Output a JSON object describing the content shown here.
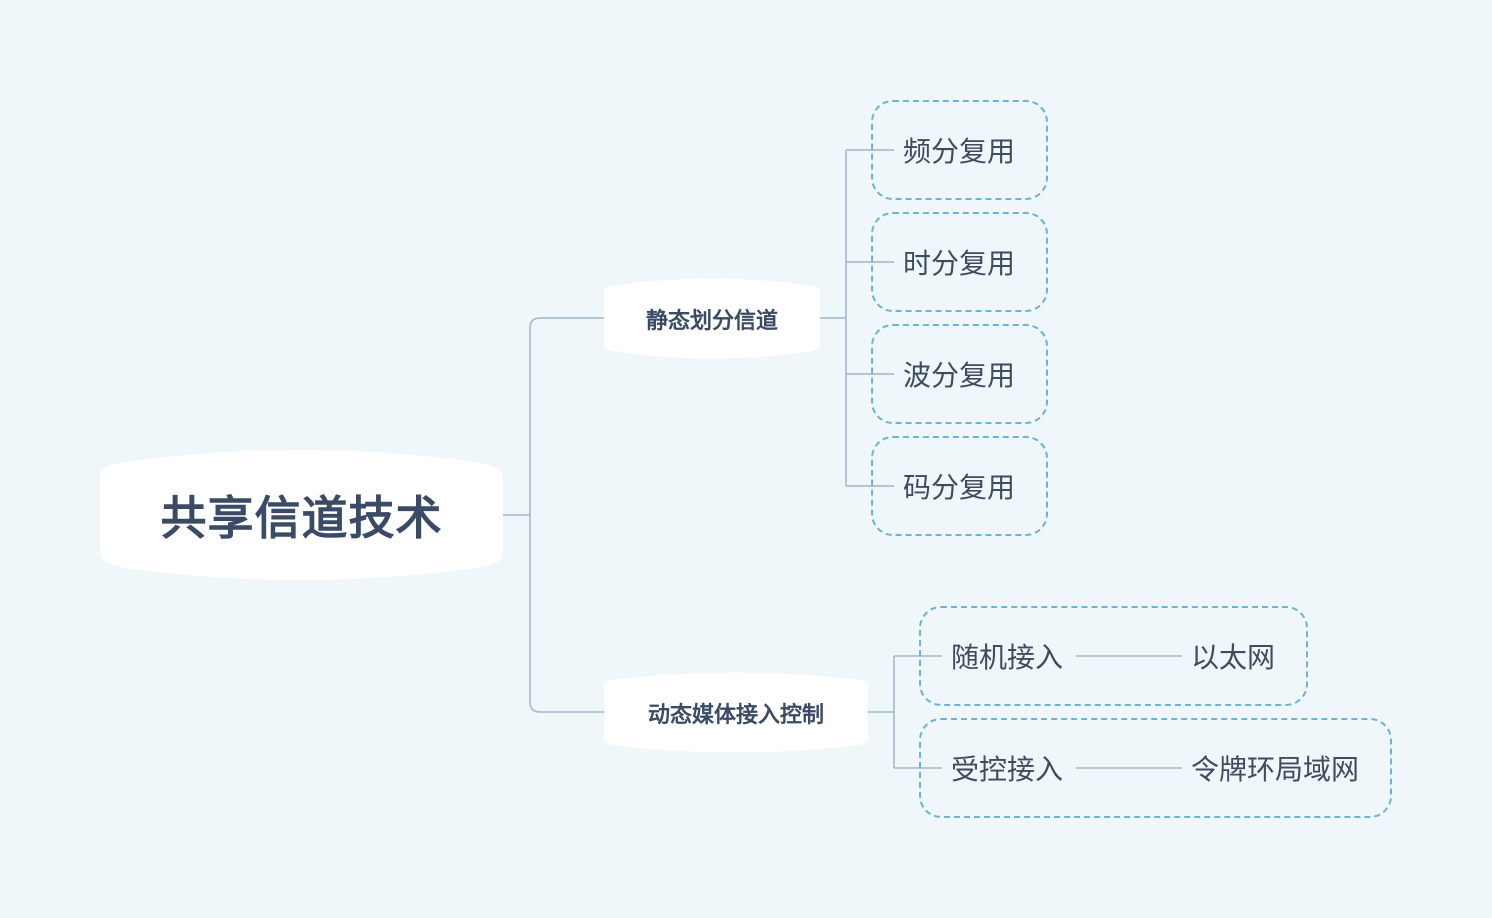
{
  "root": {
    "label": "共享信道技术"
  },
  "branches": [
    {
      "label": "静态划分信道",
      "children": [
        "频分复用",
        "时分复用",
        "波分复用",
        "码分复用"
      ]
    },
    {
      "label": "动态媒体接入控制",
      "children": [
        {
          "label": "随机接入",
          "example": "以太网"
        },
        {
          "label": "受控接入",
          "example": "令牌环局域网"
        }
      ]
    }
  ],
  "colors": {
    "background": "#eff7fb",
    "node_fill": "#ffffff",
    "connector": "#9fb7c9",
    "dashed_border": "#6db3d6",
    "text_dark": "#3b4b66"
  }
}
